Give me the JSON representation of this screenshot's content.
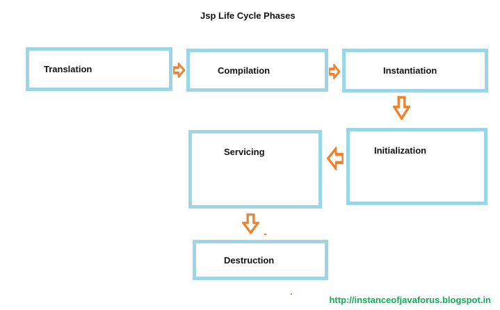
{
  "title": "Jsp Life Cycle Phases",
  "nodes": {
    "translation": {
      "label": "Translation"
    },
    "compilation": {
      "label": "Compilation"
    },
    "instantiation": {
      "label": "Instantiation"
    },
    "initialization": {
      "label": "Initialization"
    },
    "servicing": {
      "label": "Servicing"
    },
    "destruction": {
      "label": "Destruction"
    }
  },
  "arrows": {
    "translation_to_compilation": {
      "direction": "right"
    },
    "compilation_to_instantiation": {
      "direction": "right"
    },
    "instantiation_to_initialization": {
      "direction": "down"
    },
    "initialization_to_servicing": {
      "direction": "left"
    },
    "servicing_to_destruction": {
      "direction": "down"
    }
  },
  "footer": {
    "url": "http://instanceofjavaforus.blogspot.in"
  },
  "colors": {
    "box_border": "#9bd5e8",
    "arrow": "#f0812c",
    "url_text": "#0daf54",
    "text": "#111111"
  }
}
